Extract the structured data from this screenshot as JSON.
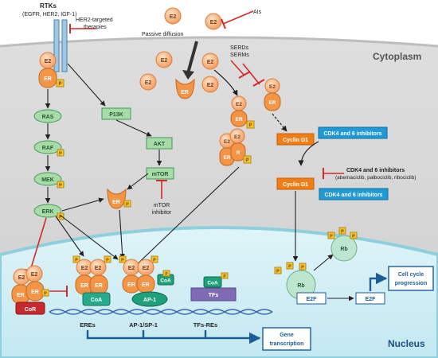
{
  "compartments": {
    "cytoplasm": "Cytoplasm",
    "nucleus": "Nucleus"
  },
  "receptor": {
    "title": "RTKs",
    "subtitle": "(EGFR, HER2, IGF-1)"
  },
  "labels": {
    "her2_therapies_line1": "HER2-targeted",
    "her2_therapies_line2": "therapies",
    "passive_diffusion": "Passive diffusion",
    "ais": "AIs",
    "serds": "SERDs",
    "serms": "SERMs",
    "mtor_inhibitor_line1": "mTOR",
    "mtor_inhibitor_line2": "inhibitor",
    "cdk_drugs_line1": "CDK4 and 6 inhibitors",
    "cdk_drugs_line2": "(abemaciclib, palbociclib, ribociclib)",
    "cell_cycle_line1": "Cell cycle",
    "cell_cycle_line2": "progression",
    "gene_tx_line1": "Gene",
    "gene_tx_line2": "transcription",
    "eres": "EREs",
    "ap1_sp1": "AP-1/SP-1",
    "tfs_res": "TFs-REs"
  },
  "molecules": {
    "e2": "E2",
    "er": "ER",
    "p": "P",
    "coa": "CoA",
    "cor": "CoR",
    "ap1": "AP-1",
    "tfs": "TFs",
    "rb": "Rb",
    "e2f": "E2F",
    "r": "R"
  },
  "kinases": {
    "ras": "RAS",
    "raf": "RAF",
    "mek": "MEK",
    "erk": "ERK",
    "pi3k": "P13K",
    "akt": "AKT",
    "mtor": "mTOR"
  },
  "cyclin": "Cyclin D1",
  "cdk_box": "CDK4 and 6 inhibitors",
  "colors": {
    "cytoplasm": "#d7d7d7",
    "nucleus": "#cfeef4",
    "membrane": "#9fd2df",
    "e2": "#f6a36b",
    "er": "#f39447",
    "p": "#f6c233",
    "kinase_fill": "#a8dba8",
    "kinase_stroke": "#3e9b5a",
    "coa": "#27a98c",
    "cor": "#c62a2f",
    "ap1": "#1ea07a",
    "tfs": "#7f6bb3",
    "cyclin": "#f07d16",
    "cdk": "#1f9ad6",
    "rb": "#bde6cf",
    "e2f_outline": "#1b5d96",
    "inhibit": "#d42a2a",
    "arrow": "#222222",
    "dna_blue": "#3a6aa6"
  }
}
